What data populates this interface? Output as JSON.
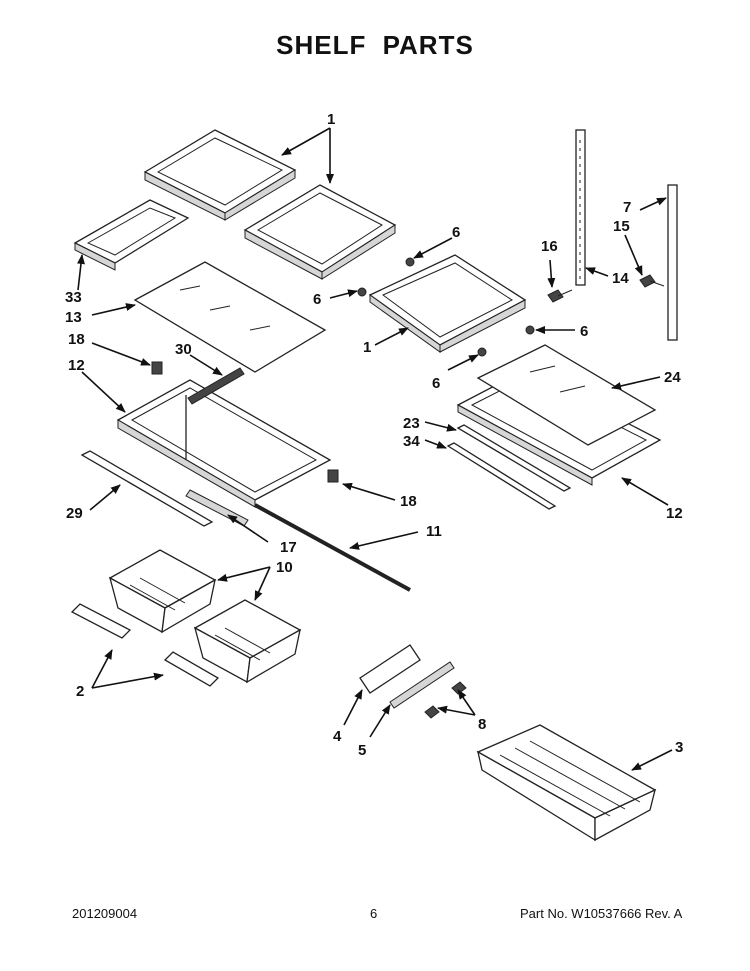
{
  "title": "SHELF PARTS",
  "footer": {
    "date_code": "201209004",
    "page_number": "6",
    "part_number": "Part No.  W10537666  Rev.  A"
  },
  "callouts": [
    "1",
    "1",
    "1",
    "6",
    "6",
    "6",
    "6",
    "16",
    "15",
    "7",
    "14",
    "33",
    "13",
    "18",
    "12",
    "30",
    "18",
    "11",
    "17",
    "29",
    "23",
    "34",
    "24",
    "12",
    "10",
    "2",
    "4",
    "5",
    "8",
    "3"
  ]
}
